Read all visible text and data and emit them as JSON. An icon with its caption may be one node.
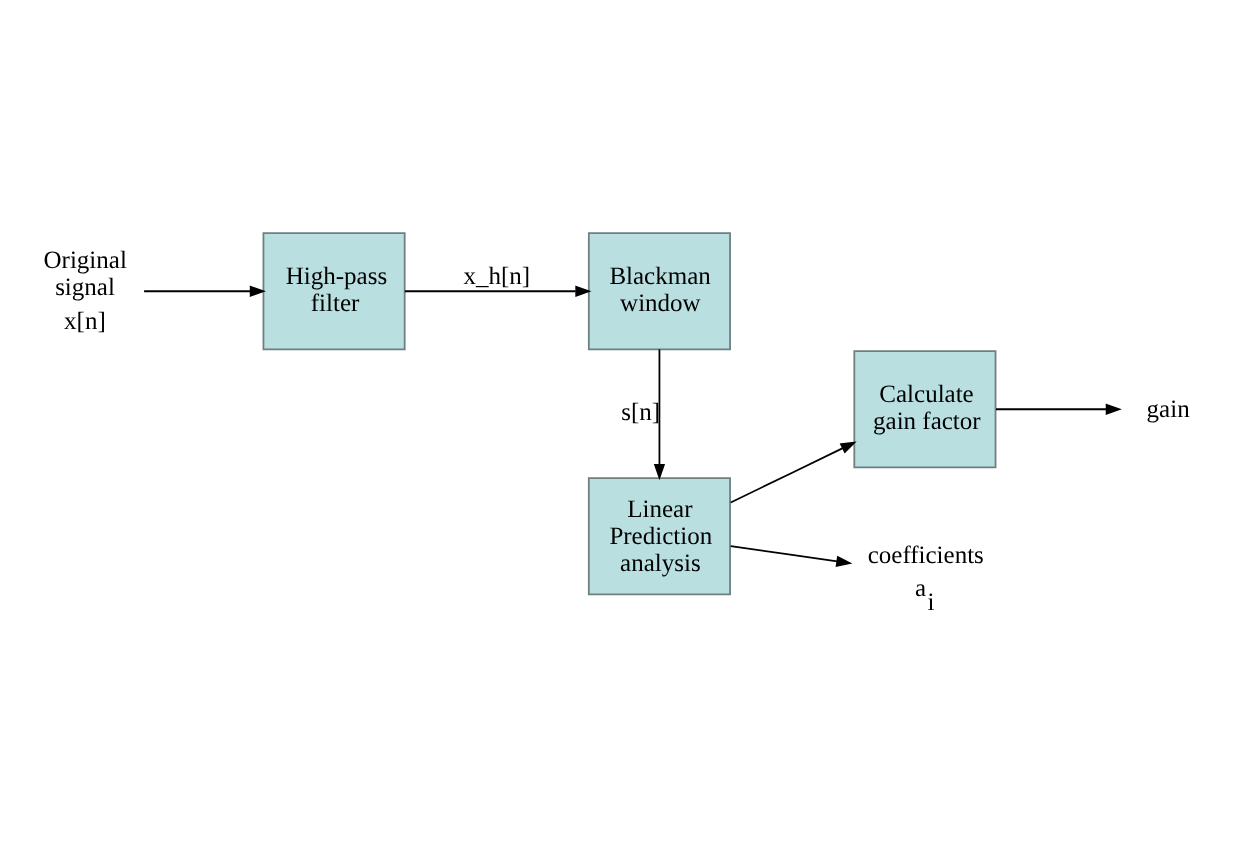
{
  "diagram": {
    "nodes": [
      {
        "text": [
          "x[n]"
        ],
        "beside": [
          "Original signal"
        ]
      },
      {
        "text": [
          "High-pass filter"
        ]
      },
      {
        "text": [
          "Blackman window"
        ]
      },
      {
        "text": [
          "Linear Prediction analysis"
        ]
      },
      {
        "text": [
          "Calculate gain factor"
        ]
      },
      {
        "text": [
          "a$_{i}$"
        ],
        "beside": [
          "coefficients"
        ]
      },
      {
        "text": [
          "gain"
        ]
      }
    ],
    "edges": [
      {
        "from": 0,
        "to": 1,
        "arrow": "to"
      },
      {
        "from": 1,
        "to": 2,
        "arrow": "to",
        "label": "x_h[n]"
      },
      {
        "from": 2,
        "to": 3,
        "arrow": "to",
        "label": "s[n]"
      },
      {
        "from": 3,
        "to": 4,
        "arrow": "to"
      },
      {
        "from": 3,
        "to": 5,
        "arrow": "to"
      },
      {
        "from": 4,
        "to": 6,
        "arrow": "to"
      }
    ]
  }
}
